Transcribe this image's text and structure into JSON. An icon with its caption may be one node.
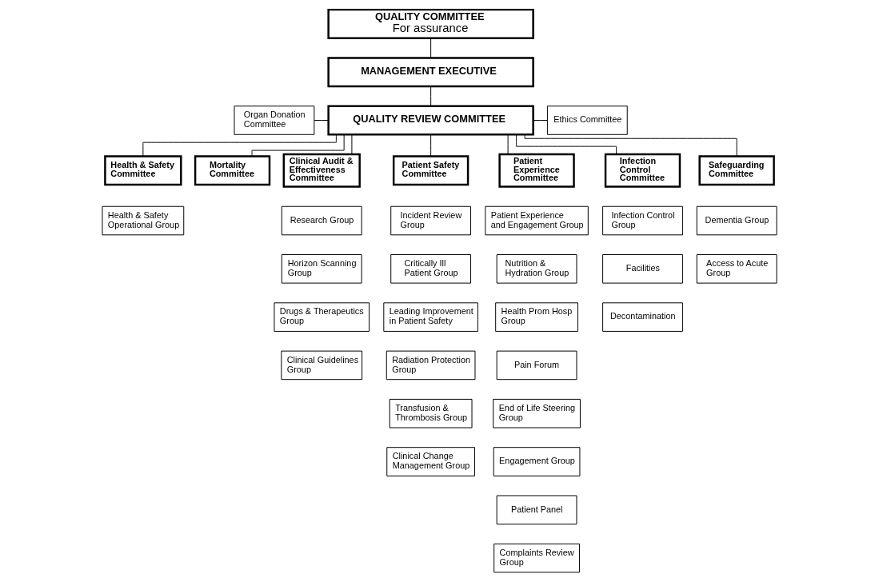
{
  "diagram": {
    "nodes": [
      {
        "text": [
          "QUALITY COMMITTEE",
          "For assurance"
        ]
      },
      {
        "text": [
          "MANAGEMENT EXECUTIVE"
        ]
      },
      {
        "text": [
          "Organ Donation Committee"
        ]
      },
      {
        "text": [
          "QUALITY REVIEW COMMITTEE"
        ]
      },
      {
        "text": [
          "Ethics Committee"
        ]
      },
      {
        "text": [
          "Health & Safety Committee"
        ]
      },
      {
        "text": [
          "Mortality Committee"
        ]
      },
      {
        "text": [
          "Clinical Audit & Effectiveness Committee"
        ]
      },
      {
        "text": [
          "Patient Safety Committee"
        ]
      },
      {
        "text": [
          "Patient Experience Committee"
        ]
      },
      {
        "text": [
          "Infection Control Committee"
        ]
      },
      {
        "text": [
          "Safeguarding Committee"
        ]
      },
      {
        "text": [
          "Health & Safety Operational Group"
        ]
      },
      {
        "text": [
          "Research Group"
        ]
      },
      {
        "text": [
          "Horizon Scanning Group"
        ]
      },
      {
        "text": [
          "Drugs & Therapeutics Group"
        ]
      },
      {
        "text": [
          "Clinical Guidelines Group"
        ]
      },
      {
        "text": [
          "Incident Review Group"
        ]
      },
      {
        "text": [
          "Critically Ill Patient Group"
        ]
      },
      {
        "text": [
          "Leading Improvement in Patient Safety"
        ]
      },
      {
        "text": [
          "Radiation Protection Group"
        ]
      },
      {
        "text": [
          "Transfusion & Thrombosis Group"
        ]
      },
      {
        "text": [
          "Clinical Change Management Group"
        ]
      },
      {
        "text": [
          "Patient Experience and Engagement Group"
        ]
      },
      {
        "text": [
          "Nutrition & Hydration Group"
        ]
      },
      {
        "text": [
          "Health Prom Hosp Group"
        ]
      },
      {
        "text": [
          "Pain Forum"
        ]
      },
      {
        "text": [
          "End of Life Steering Group"
        ]
      },
      {
        "text": [
          "Engagement Group"
        ]
      },
      {
        "text": [
          "Patient Panel"
        ]
      },
      {
        "text": [
          "Complaints Review Group"
        ]
      },
      {
        "text": [
          "Infection Control Group"
        ]
      },
      {
        "text": [
          "Facilities"
        ]
      },
      {
        "text": [
          "Decontamination"
        ]
      },
      {
        "text": [
          "Dementia Group"
        ]
      },
      {
        "text": [
          "Access to Acute Group"
        ]
      }
    ],
    "edges": [
      {
        "from": 0,
        "to": 1,
        "arrow": "none"
      },
      {
        "from": 1,
        "to": 3,
        "arrow": "none"
      },
      {
        "from": 2,
        "to": 3,
        "arrow": "none"
      },
      {
        "from": 3,
        "to": 4,
        "arrow": "none"
      },
      {
        "from": 3,
        "to": 5,
        "arrow": "none"
      },
      {
        "from": 3,
        "to": 6,
        "arrow": "none"
      },
      {
        "from": 3,
        "to": 7,
        "arrow": "none"
      },
      {
        "from": 3,
        "to": 8,
        "arrow": "none"
      },
      {
        "from": 3,
        "to": 9,
        "arrow": "none"
      },
      {
        "from": 3,
        "to": 10,
        "arrow": "none"
      },
      {
        "from": 3,
        "to": 11,
        "arrow": "none"
      }
    ]
  }
}
